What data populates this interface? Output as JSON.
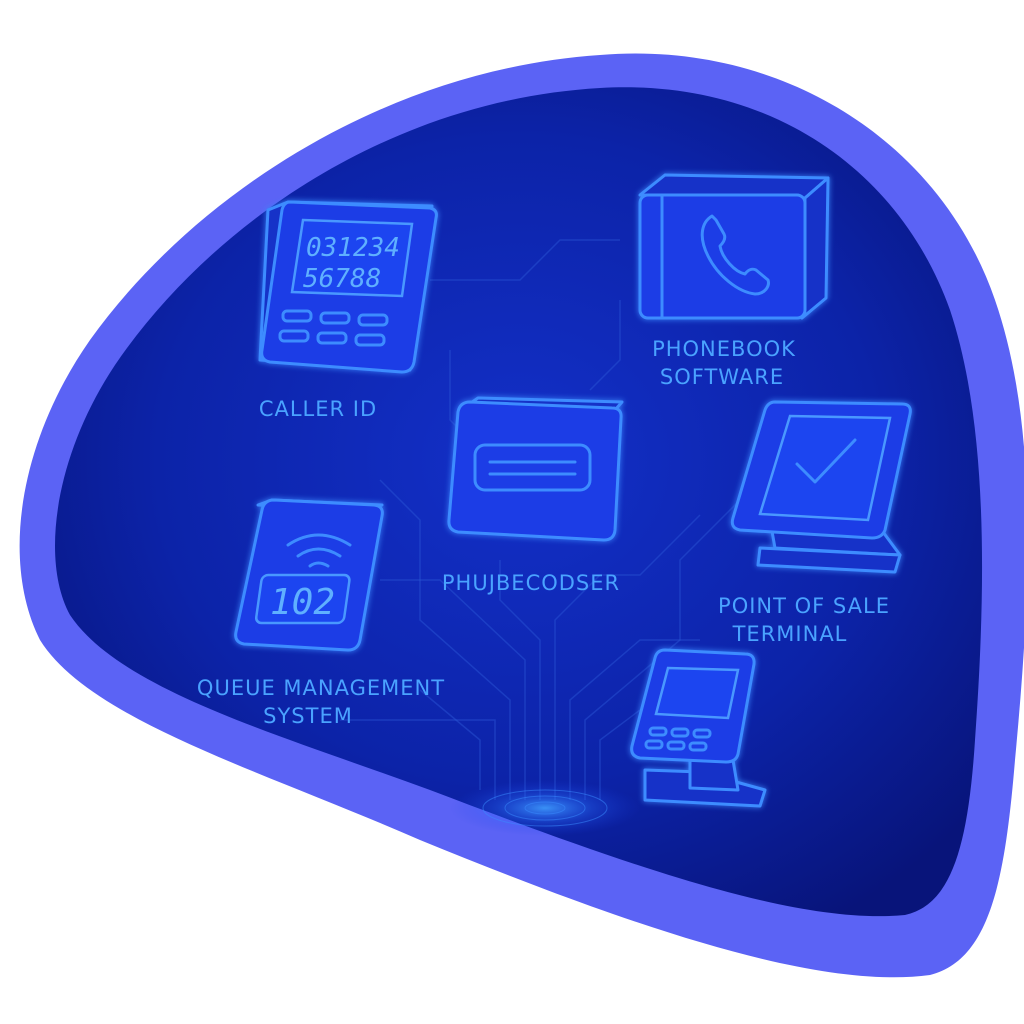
{
  "labels": {
    "caller_id": "CALLER ID",
    "phonebook_line1": "PHONEBOOK",
    "phonebook_line2": "SOFTWARE",
    "decoder": "PHUЈBECODSER",
    "pos_line1": "POINT OF SALE",
    "pos_line2": "TERMINAL",
    "queue_line1": "QUEUE MANAGEMENT",
    "queue_line2": "SYSTEM"
  },
  "caller_id_display": {
    "line1": "031234",
    "line2": "56788"
  },
  "queue_display": {
    "number": "102"
  },
  "icons": {
    "caller_id": "caller-id-device-icon",
    "phonebook": "phonebook-phone-box-icon",
    "decoder": "decoder-box-icon",
    "pos": "pos-terminal-checkmark-icon",
    "queue": "queue-ticket-wifi-icon",
    "kiosk": "kiosk-terminal-icon"
  },
  "colors": {
    "blob_outer": "#5b63f5",
    "blob_inner": "#0b1f9e",
    "blob_dark": "#071060",
    "device_stroke": "#3d8cff",
    "label_text": "#4aa3ff"
  }
}
